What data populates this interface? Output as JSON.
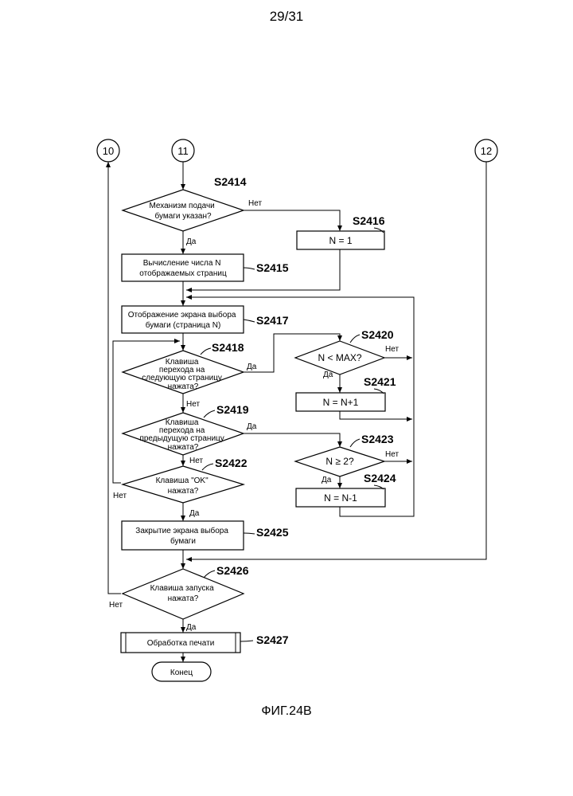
{
  "page_number": "29/31",
  "figure_caption": "ФИГ.24В",
  "connectors": {
    "c10": "10",
    "c11": "11",
    "c12": "12"
  },
  "steps": {
    "s2414": {
      "id": "S2414",
      "lines": [
        "Механизм подачи",
        "бумаги указан?"
      ]
    },
    "s2415": {
      "id": "S2415",
      "lines": [
        "Вычисление числа N",
        "отображаемых страниц"
      ]
    },
    "s2416": {
      "id": "S2416",
      "text": "N = 1"
    },
    "s2417": {
      "id": "S2417",
      "lines": [
        "Отображение экрана выбора",
        "бумаги (страница N)"
      ]
    },
    "s2418": {
      "id": "S2418",
      "lines": [
        "Клавиша",
        "перехода на",
        "следующую страницу",
        "нажата?"
      ]
    },
    "s2419": {
      "id": "S2419",
      "lines": [
        "Клавиша",
        "перехода на",
        "предыдущую страницу",
        "нажата?"
      ]
    },
    "s2420": {
      "id": "S2420",
      "text": "N < MAX?"
    },
    "s2421": {
      "id": "S2421",
      "text": "N = N+1"
    },
    "s2422": {
      "id": "S2422",
      "lines": [
        "Клавиша \"OK\"",
        "нажата?"
      ]
    },
    "s2423": {
      "id": "S2423",
      "text": "N ≥ 2?"
    },
    "s2424": {
      "id": "S2424",
      "text": "N = N-1"
    },
    "s2425": {
      "id": "S2425",
      "lines": [
        "Закрытие экрана выбора",
        "бумаги"
      ]
    },
    "s2426": {
      "id": "S2426",
      "lines": [
        "Клавиша запуска",
        "нажата?"
      ]
    },
    "s2427": {
      "id": "S2427",
      "text": "Обработка печати"
    },
    "end": {
      "text": "Конец"
    }
  },
  "branch_labels": {
    "yes": "Да",
    "no": "Нет"
  }
}
